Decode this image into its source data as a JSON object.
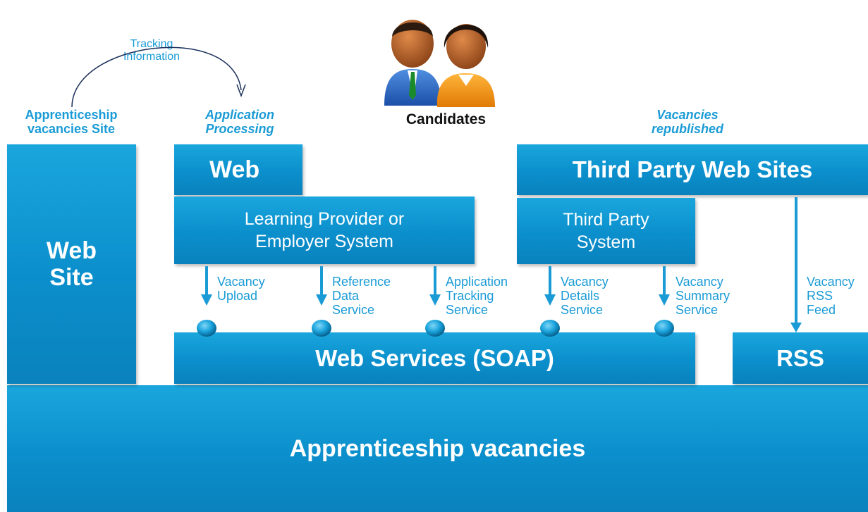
{
  "tracking": {
    "label": "Tracking\nInformation"
  },
  "headers": {
    "apprenticeship_site": "Apprenticeship\nvacancies Site",
    "application_processing": "Application\nProcessing",
    "candidates": "Candidates",
    "vacancies_republished": "Vacancies\nrepublished"
  },
  "boxes": {
    "web_site": "Web\nSite",
    "web": "Web",
    "learning_provider": "Learning Provider or\nEmployer System",
    "third_party_web_sites": "Third Party Web Sites",
    "third_party_system": "Third Party\nSystem",
    "web_services": "Web Services (SOAP)",
    "rss": "RSS",
    "apprenticeship_vacancies": "Apprenticeship vacancies"
  },
  "services": [
    {
      "label": "Vacancy\nUpload"
    },
    {
      "label": "Reference\nData\nService"
    },
    {
      "label": "Application\nTracking\nService"
    },
    {
      "label": "Vacancy\nDetails\nService"
    },
    {
      "label": "Vacancy\nSummary\nService"
    }
  ],
  "rss_feed": {
    "label": "Vacancy\nRSS\nFeed"
  },
  "colors": {
    "box_blue": "#0b8fcc",
    "text_blue": "#1a9bd6"
  },
  "icons": {
    "candidates": "people-icon"
  }
}
